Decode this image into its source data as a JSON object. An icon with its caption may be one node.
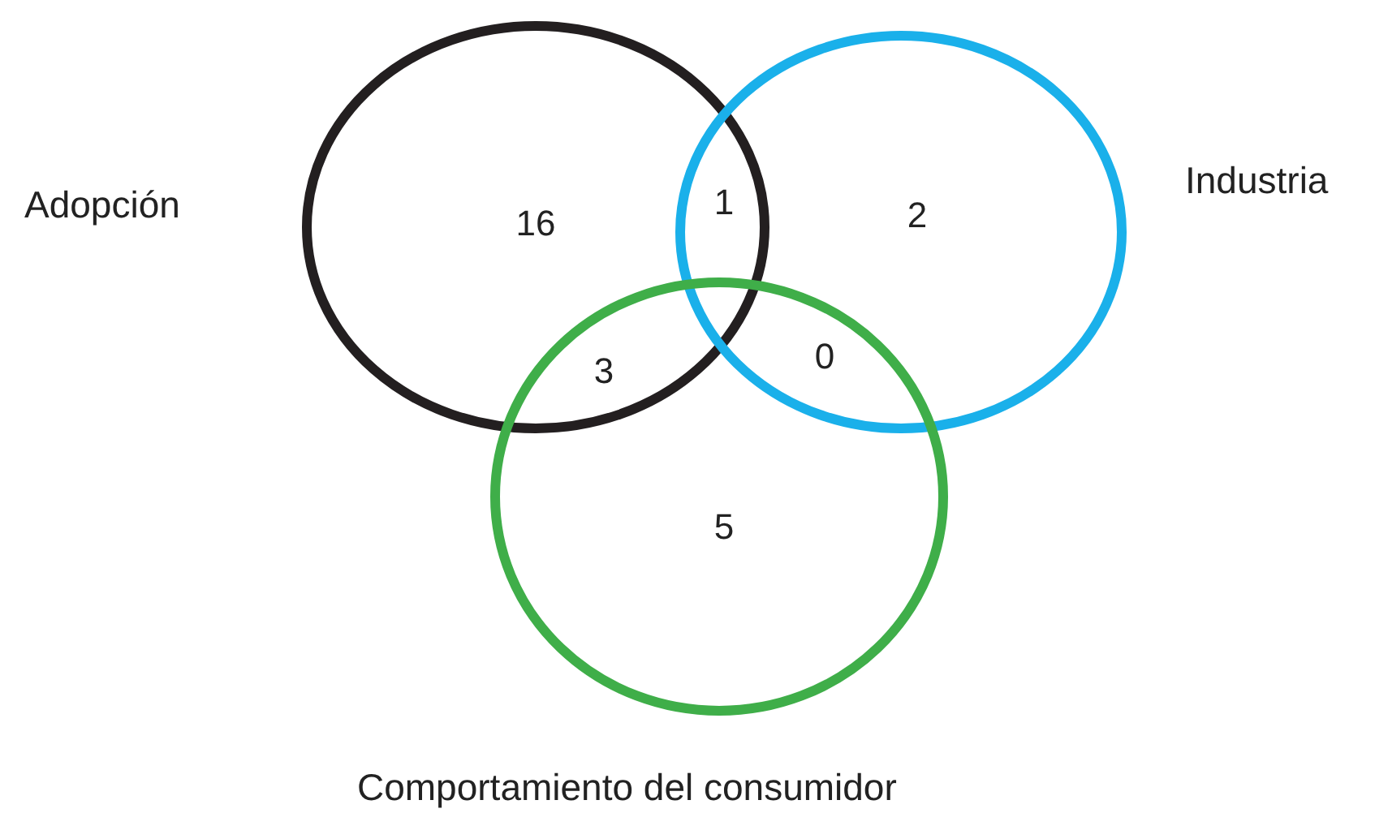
{
  "diagram": {
    "nodes": [
      {
        "text": [
          "Adopción"
        ]
      },
      {
        "text": [
          "Industria"
        ]
      },
      {
        "text": [
          "Comportamiento del consumidor"
        ]
      }
    ],
    "labels": [
      "16",
      "1",
      "2",
      "3",
      "0",
      "5"
    ]
  }
}
